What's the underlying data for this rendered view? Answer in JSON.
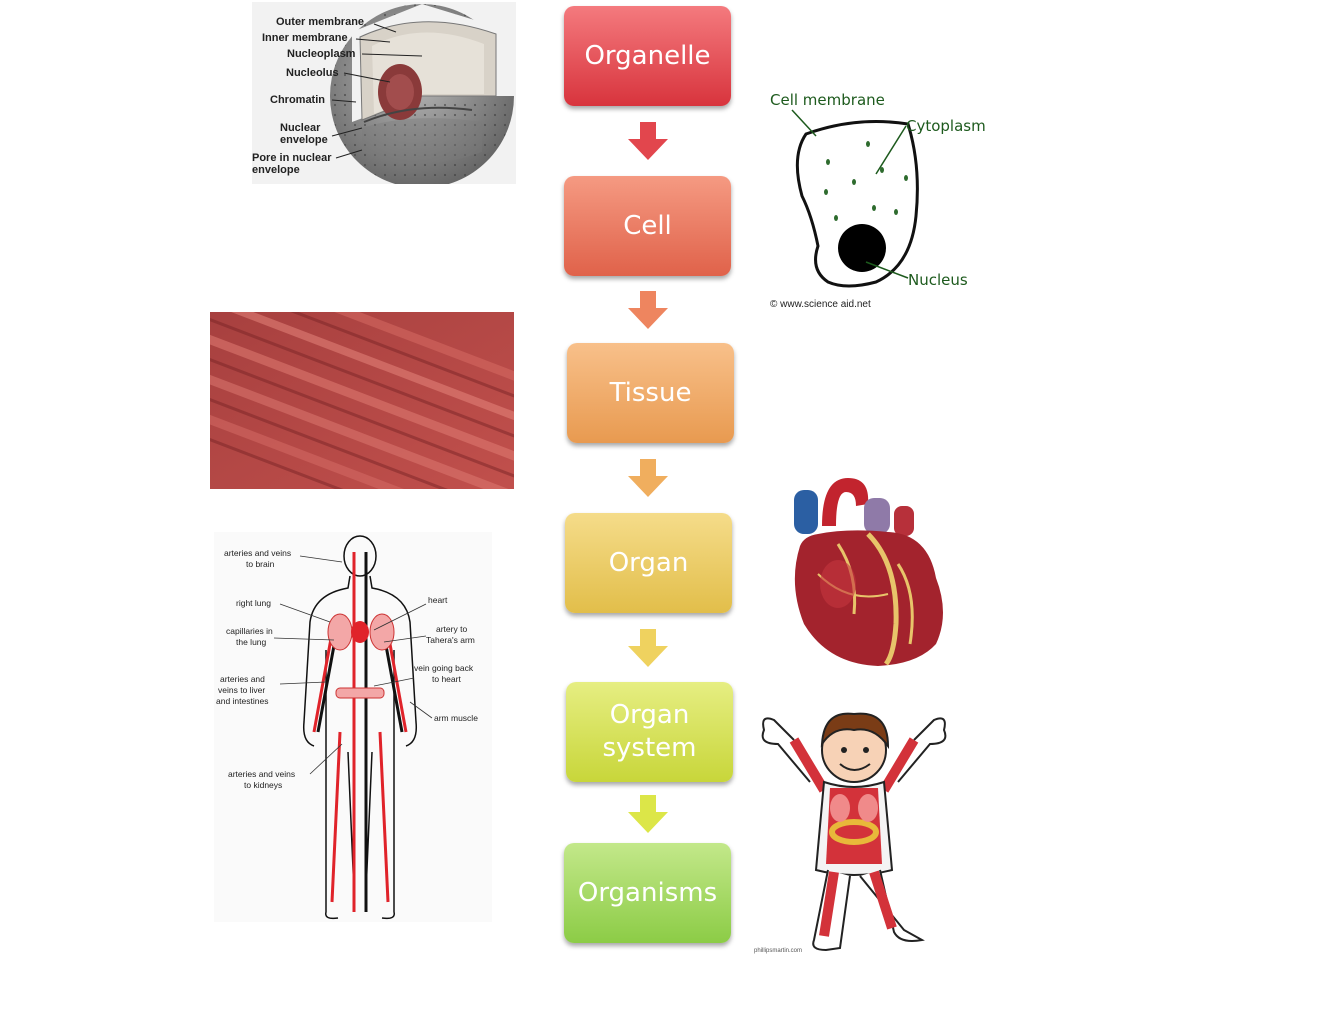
{
  "stages": [
    {
      "label": "Organelle",
      "color_top": "#f47a7e",
      "color_bottom": "#d8343d"
    },
    {
      "label": "Cell",
      "color_top": "#f59a82",
      "color_bottom": "#e0624a"
    },
    {
      "label": "Tissue",
      "color_top": "#f8c08a",
      "color_bottom": "#e89a50"
    },
    {
      "label": "Organ",
      "color_top": "#f5dc8a",
      "color_bottom": "#e2be4a"
    },
    {
      "label": "Organ system",
      "color_top": "#e6ee82",
      "color_bottom": "#c8d63a"
    },
    {
      "label": "Organisms",
      "color_top": "#c3e88a",
      "color_bottom": "#8ccc46"
    }
  ],
  "arrow_colors": [
    "#e2464d",
    "#ee855f",
    "#f0ae5e",
    "#efd25f",
    "#dce648",
    "#a8d850"
  ],
  "nucleus_labels": {
    "outer": "Outer membrane",
    "inner": "Inner membrane",
    "nucleoplasm": "Nucleoplasm",
    "nucleolus": "Nucleolus",
    "chromatin": "Chromatin",
    "envelope_1": "Nuclear",
    "envelope_2": "envelope",
    "pore_1": "Pore in nuclear",
    "pore_2": "envelope"
  },
  "cell_labels": {
    "membrane": "Cell membrane",
    "cytoplasm": "Cytoplasm",
    "nucleus": "Nucleus",
    "credit": "© www.science aid.net"
  },
  "body_labels": {
    "brain_1": "arteries and veins",
    "brain_2": "to brain",
    "right_lung": "right lung",
    "heart": "heart",
    "cap_1": "capillaries in",
    "cap_2": "the lung",
    "artery_1": "artery to",
    "artery_2": "Tahera's arm",
    "liver_1": "arteries and",
    "liver_2": "veins to liver",
    "liver_3": "and intestines",
    "vein_1": "vein going back",
    "vein_2": "to heart",
    "arm": "arm muscle",
    "kidney_1": "arteries and veins",
    "kidney_2": "to kidneys"
  },
  "kid_credit": "phillipsmartin.com"
}
